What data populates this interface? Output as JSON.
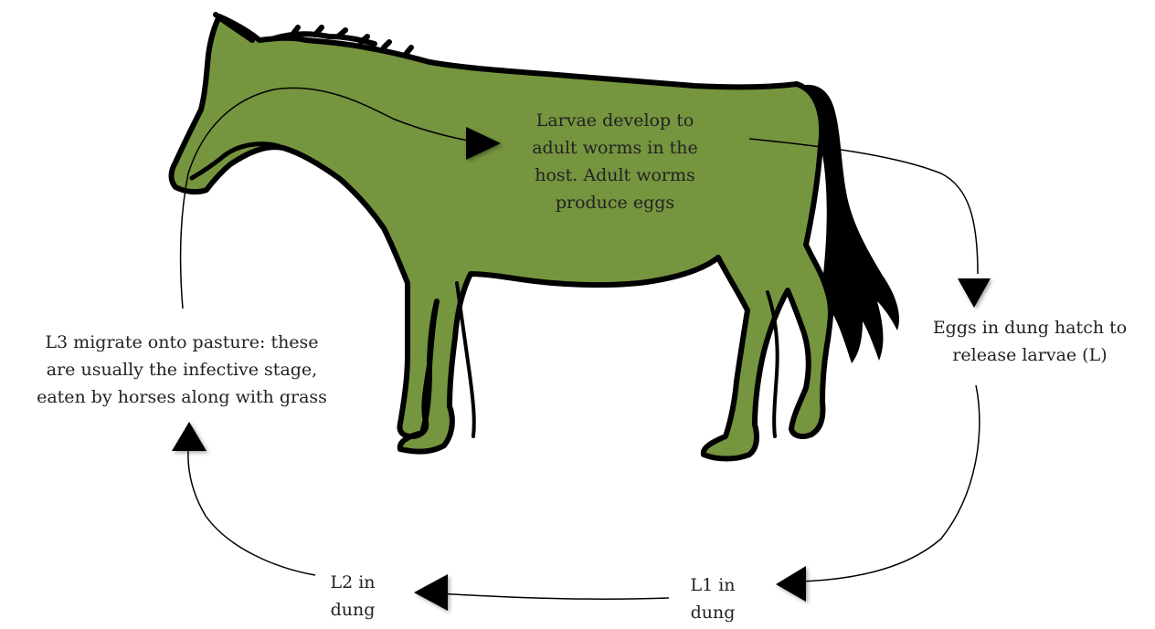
{
  "colors": {
    "horse_body": "#76953f",
    "horse_outline": "#000000",
    "horse_tail": "#000000",
    "arrows": "#000000",
    "text": "#222222",
    "background": "#ffffff"
  },
  "stages": {
    "adult": [
      "Larvae develop to",
      "adult worms in the",
      "host. Adult worms",
      "produce eggs"
    ],
    "eggs": [
      "Eggs in dung hatch to",
      "release larvae (L)"
    ],
    "l1": [
      "L1 in",
      "dung"
    ],
    "l2": [
      "L2 in",
      "dung"
    ],
    "l3": [
      "L3 migrate onto pasture: these",
      "are usually the infective stage,",
      "eaten by horses along with grass"
    ]
  }
}
